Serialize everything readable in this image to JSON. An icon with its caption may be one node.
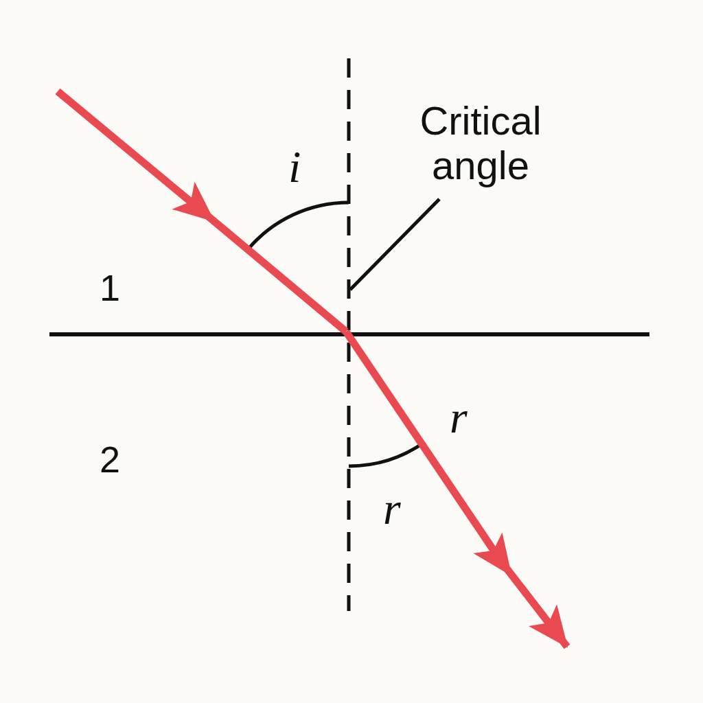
{
  "diagram": {
    "nodes": [
      {
        "text": [
          "Critical angle"
        ]
      },
      {
        "text": [],
        "shape": "line"
      }
    ],
    "edges": [
      {
        "from": 0,
        "to": 1,
        "arrow": "none"
      }
    ],
    "labels": [
      "i",
      "1",
      "r",
      "2",
      "r"
    ]
  }
}
